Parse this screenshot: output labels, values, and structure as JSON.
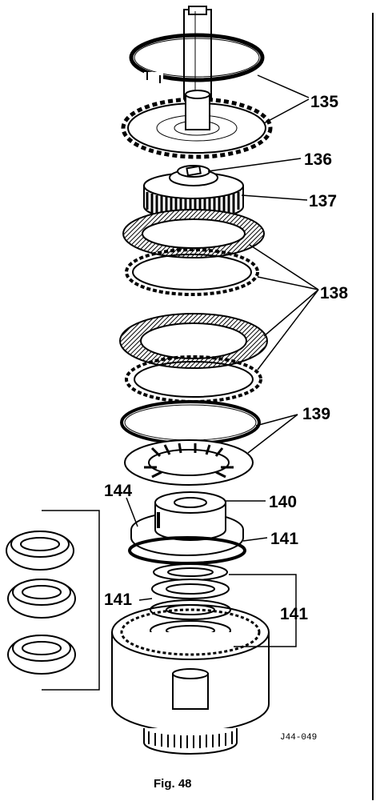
{
  "figure": {
    "caption": "Fig. 48",
    "drawing_code": "J44-049"
  },
  "callouts": {
    "c135": "135",
    "c136": "136",
    "c137": "137",
    "c138": "138",
    "c139": "139",
    "c140": "140",
    "c141_right": "141",
    "c141_right_lower": "141",
    "c141_left": "141",
    "c144": "144"
  },
  "colors": {
    "ink": "#000000",
    "paper": "#ffffff"
  }
}
